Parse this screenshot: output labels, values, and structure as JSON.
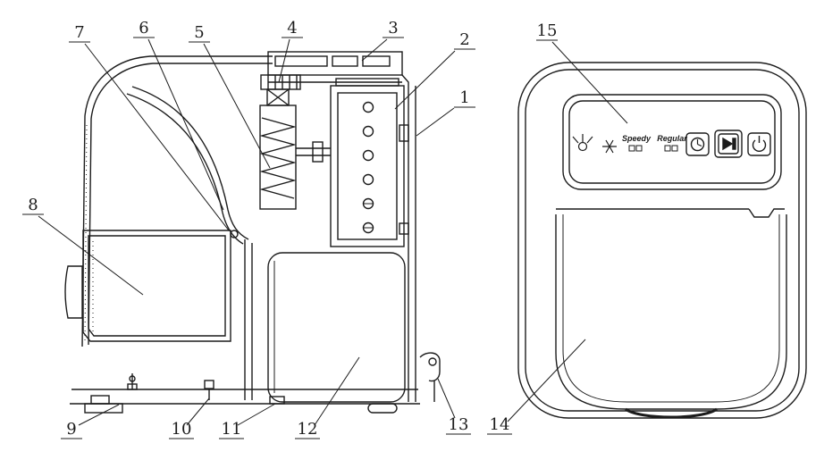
{
  "colors": {
    "line": "#1c1c1c",
    "background": "#ffffff"
  },
  "callouts": {
    "c1": "1",
    "c2": "2",
    "c3": "3",
    "c4": "4",
    "c5": "5",
    "c6": "6",
    "c7": "7",
    "c8": "8",
    "c9": "9",
    "c10": "10",
    "c11": "11",
    "c12": "12",
    "c13": "13",
    "c14": "14",
    "c15": "15"
  },
  "panel": {
    "label_speedy": "Speedy",
    "label_regular": "Regular",
    "icons": {
      "spray": "water-spray-icon",
      "snowflake": "snowflake-icon",
      "timer": "timer-icon",
      "run": "run-icon",
      "power": "power-icon"
    }
  }
}
